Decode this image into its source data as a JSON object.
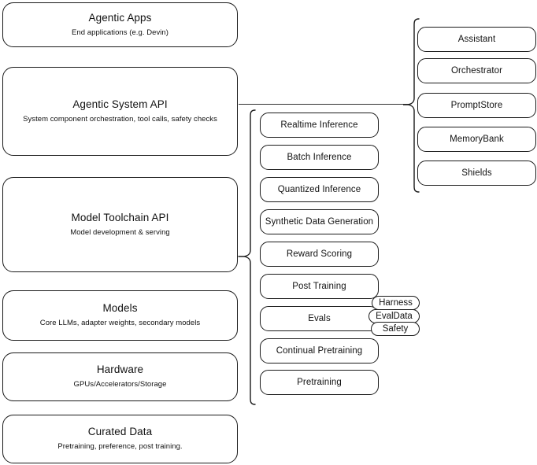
{
  "diagram": {
    "title": "AI stack layered architecture",
    "stroke_color": "#1a1a1a",
    "background_color": "#ffffff"
  },
  "layers": [
    {
      "id": "agentic-apps",
      "title": "Agentic Apps",
      "subtitle": "End applications (e.g. Devin)"
    },
    {
      "id": "agentic-system-api",
      "title": "Agentic System API",
      "subtitle": "System component orchestration, tool calls, safety checks"
    },
    {
      "id": "model-toolchain-api",
      "title": "Model Toolchain API",
      "subtitle": "Model development & serving"
    },
    {
      "id": "models",
      "title": "Models",
      "subtitle": "Core LLMs, adapter weights, secondary models"
    },
    {
      "id": "hardware",
      "title": "Hardware",
      "subtitle": "GPUs/Accelerators/Storage"
    },
    {
      "id": "curated-data",
      "title": "Curated Data",
      "subtitle": "Pretraining, preference, post training."
    }
  ],
  "toolchain_components": [
    {
      "id": "realtime-inference",
      "label": "Realtime Inference"
    },
    {
      "id": "batch-inference",
      "label": "Batch Inference"
    },
    {
      "id": "quantized-inference",
      "label": "Quantized Inference"
    },
    {
      "id": "synthetic-data-generation",
      "label": "Synthetic Data Generation"
    },
    {
      "id": "reward-scoring",
      "label": "Reward Scoring"
    },
    {
      "id": "post-training",
      "label": "Post Training"
    },
    {
      "id": "evals",
      "label": "Evals"
    },
    {
      "id": "continual-pretraining",
      "label": "Continual Pretraining"
    },
    {
      "id": "pretraining",
      "label": "Pretraining"
    }
  ],
  "agentic_components": [
    {
      "id": "assistant",
      "label": "Assistant"
    },
    {
      "id": "orchestrator",
      "label": "Orchestrator"
    },
    {
      "id": "promptstore",
      "label": "PromptStore"
    },
    {
      "id": "memorybank",
      "label": "MemoryBank"
    },
    {
      "id": "shields",
      "label": "Shields"
    }
  ],
  "evals_subcomponents": [
    {
      "id": "harness",
      "label": "Harness"
    },
    {
      "id": "evaldata",
      "label": "EvalData"
    },
    {
      "id": "safety",
      "label": "Safety"
    }
  ]
}
